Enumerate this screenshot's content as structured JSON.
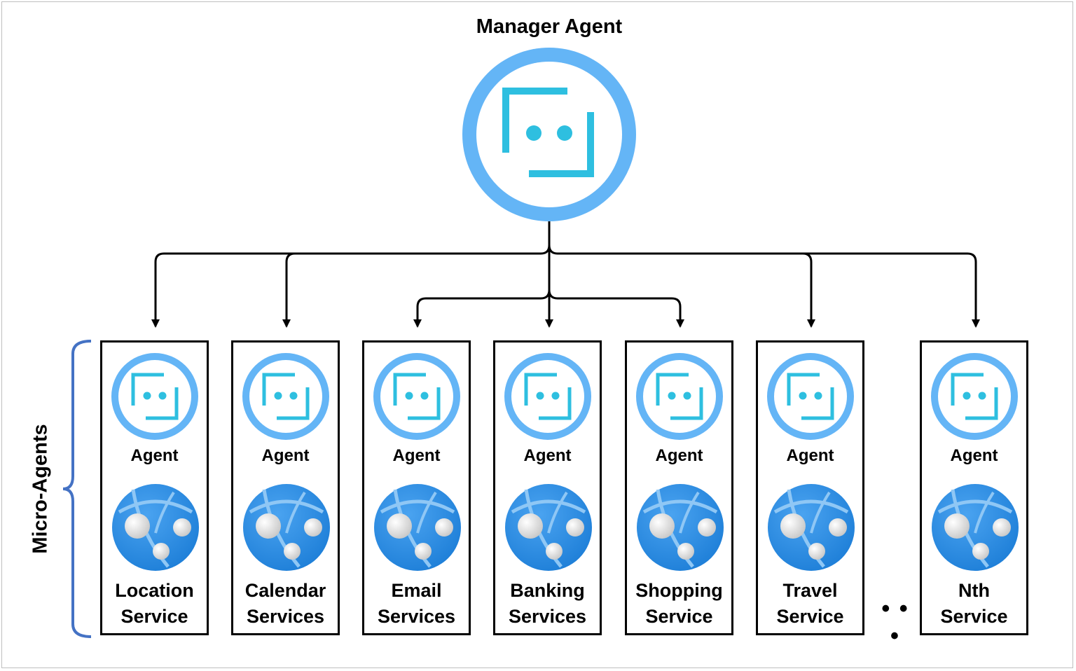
{
  "manager": {
    "title": "Manager Agent"
  },
  "group_label": "Micro-Agents",
  "ellipsis": "• • •",
  "agent_label": "Agent",
  "services": [
    {
      "line1": "Location",
      "line2": "Service"
    },
    {
      "line1": "Calendar",
      "line2": "Services"
    },
    {
      "line1": "Email",
      "line2": "Services"
    },
    {
      "line1": "Banking",
      "line2": "Services"
    },
    {
      "line1": "Shopping",
      "line2": "Service"
    },
    {
      "line1": "Travel",
      "line2": "Service"
    },
    {
      "line1": "Nth",
      "line2": "Service"
    }
  ],
  "colors": {
    "ring_outer": "#64b5f6",
    "ring_inner": "#ffffff",
    "bot_cyan": "#2ebfe0",
    "globe_blue": "#1e7fd8",
    "brace": "#4472c4",
    "line": "#000000"
  }
}
